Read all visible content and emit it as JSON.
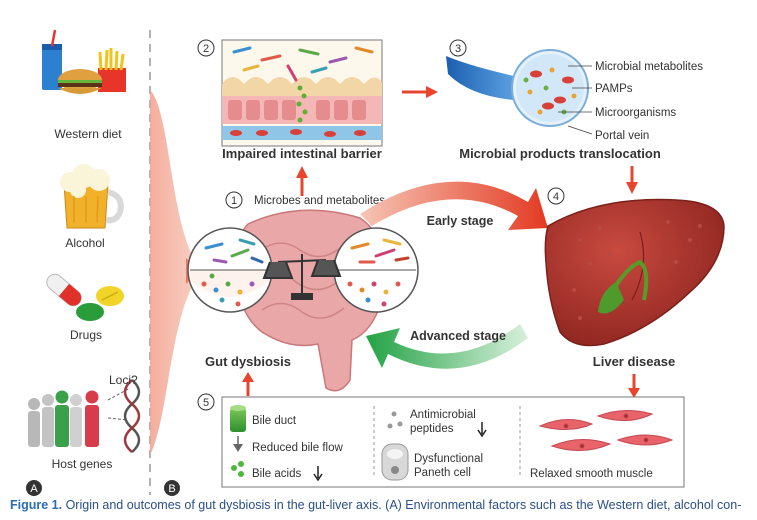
{
  "panel_a": {
    "badge": "A",
    "factors": [
      {
        "label": "Western diet",
        "icon": "fast-food-icon"
      },
      {
        "label": "Alcohol",
        "icon": "beer-mug-icon"
      },
      {
        "label": "Drugs",
        "icon": "pills-icon"
      },
      {
        "label": "Host genes",
        "icon": "people-dna-icon"
      }
    ],
    "loci_label": "Loci?"
  },
  "panel_b": {
    "badge": "B",
    "step1": {
      "num": "1",
      "label": "Microbes and metabolites"
    },
    "step2": {
      "num": "2",
      "title": "Impaired intestinal barrier"
    },
    "step3": {
      "num": "3",
      "title": "Microbial products translocation",
      "legend": [
        "Microbial metabolites",
        "PAMPs",
        "Microorganisms",
        "Portal vein"
      ]
    },
    "step4": {
      "num": "4",
      "title": "Liver disease"
    },
    "gut_label": "Gut dysbiosis",
    "early_stage": "Early stage",
    "advanced_stage": "Advanced stage",
    "step5": {
      "num": "5",
      "bile_duct": "Bile duct",
      "reduced_bile_flow": "Reduced bile flow",
      "bile_acids": "Bile acids",
      "antimicrobial_line1": "Antimicrobial",
      "antimicrobial_line2": "peptides",
      "paneth_line1": "Dysfunctional",
      "paneth_line2": "Paneth cell",
      "smooth_muscle": "Relaxed smooth muscle"
    }
  },
  "caption": {
    "label": "Figure 1.",
    "text": "Origin and outcomes of gut dysbiosis in the gut-liver axis. (A) Environmental factors such as the Western diet, alcohol con-"
  },
  "colors": {
    "arrow_red": "#e8452f",
    "arrow_green": "#2fa94d",
    "liver": "#a8302c",
    "caption": "#2a4f8a"
  }
}
